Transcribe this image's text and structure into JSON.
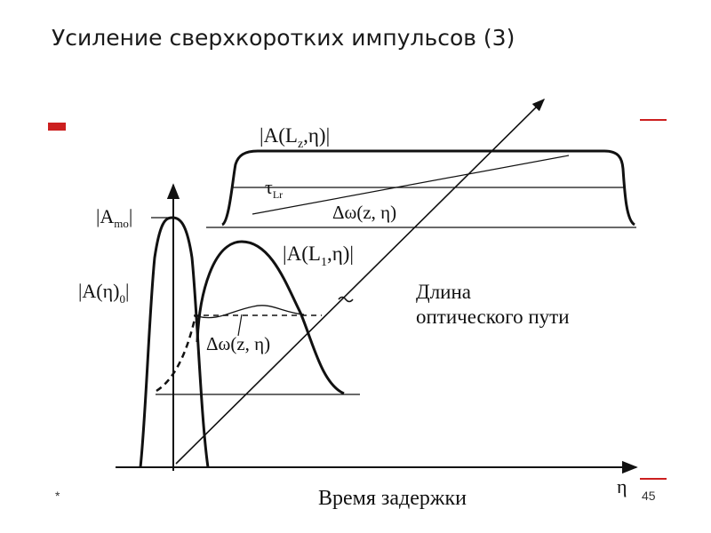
{
  "slide": {
    "title": "Усиление сверхкоротких импульсов (3)",
    "footer_marker": "*",
    "page_number": "45"
  },
  "colors": {
    "accent": "#cc1f1f",
    "ink": "#111111"
  },
  "diagram": {
    "labels": {
      "a_lz": "|A(L",
      "a_lz_sub": "z",
      "a_lz_tail": ",η)|",
      "tau_main": "τ",
      "tau_sub": "Lr",
      "dw_upper": "Δω(z, η)",
      "a_mo": "|A",
      "a_mo_sub": "mo",
      "a_mo_tail": "|",
      "a_l1": "|A(L",
      "a_l1_sub": "1",
      "a_l1_tail": ",η)|",
      "a_eta0": "|A(η)",
      "a_eta0_sub": "0",
      "a_eta0_tail": "|",
      "dw_lower": "Δω(z, η)",
      "path_line1": "Длина",
      "path_line2": "оптического пути",
      "time_axis": "Время задержки",
      "eta_axis": "η"
    }
  }
}
